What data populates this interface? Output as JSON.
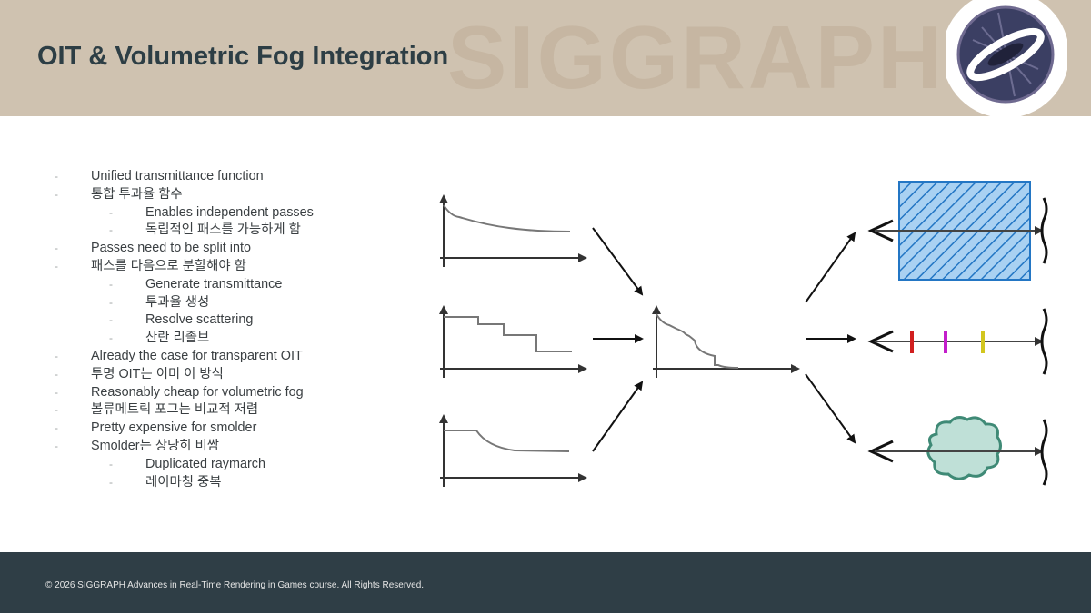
{
  "slide": {
    "title": "OIT & Volumetric Fog Integration",
    "watermark": "SIGGRAPH"
  },
  "bullets": [
    {
      "level": 1,
      "text": "Unified transmittance function"
    },
    {
      "level": 1,
      "text": "통합 투과율 함수"
    },
    {
      "level": 2,
      "text": "Enables independent passes"
    },
    {
      "level": 2,
      "text": "독립적인 패스를 가능하게 함"
    },
    {
      "level": 1,
      "text": "Passes need to be split into"
    },
    {
      "level": 1,
      "text": "패스를 다음으로 분할해야 함"
    },
    {
      "level": 2,
      "text": "Generate transmittance"
    },
    {
      "level": 2,
      "text": "투과율 생성"
    },
    {
      "level": 2,
      "text": "Resolve scattering"
    },
    {
      "level": 2,
      "text": "산란 리졸브"
    },
    {
      "level": 1,
      "text": "Already the case for transparent OIT"
    },
    {
      "level": 1,
      "text": "투명 OIT는 이미 이 방식"
    },
    {
      "level": 1,
      "text": "Reasonably cheap for volumetric fog"
    },
    {
      "level": 1,
      "text": "볼류메트릭 포그는 비교적 저렴"
    },
    {
      "level": 1,
      "text": "Pretty expensive for smolder"
    },
    {
      "level": 1,
      "text": "Smolder는 상당히 비쌈"
    },
    {
      "level": 2,
      "text": "Duplicated raymarch"
    },
    {
      "level": 2,
      "text": "레이마칭 중복"
    }
  ],
  "diagram": {
    "input_curves": [
      "smooth-decay",
      "step-decay",
      "flat-then-decay"
    ],
    "combined_curve": "combined-decay",
    "outputs": [
      "volumetric-fog-box",
      "transparent-surfaces",
      "smolder-cloud"
    ],
    "colors": {
      "axis": "#333333",
      "curve": "#777777",
      "fog_box_fill": "#a9d1f2",
      "fog_box_stroke": "#2376c4",
      "surface_red": "#d11f1f",
      "surface_magenta": "#c31ecb",
      "surface_yellow": "#d2c61f",
      "cloud_fill": "#bfe0d7",
      "cloud_stroke": "#3f8a76"
    }
  },
  "footer": {
    "copyright": "© 2026 SIGGRAPH Advances in Real-Time Rendering in Games course. All Rights Reserved."
  },
  "theme": {
    "header_bg": "#cfc2b0",
    "footer_bg": "#2f3e46",
    "title_color": "#2d3e45"
  }
}
